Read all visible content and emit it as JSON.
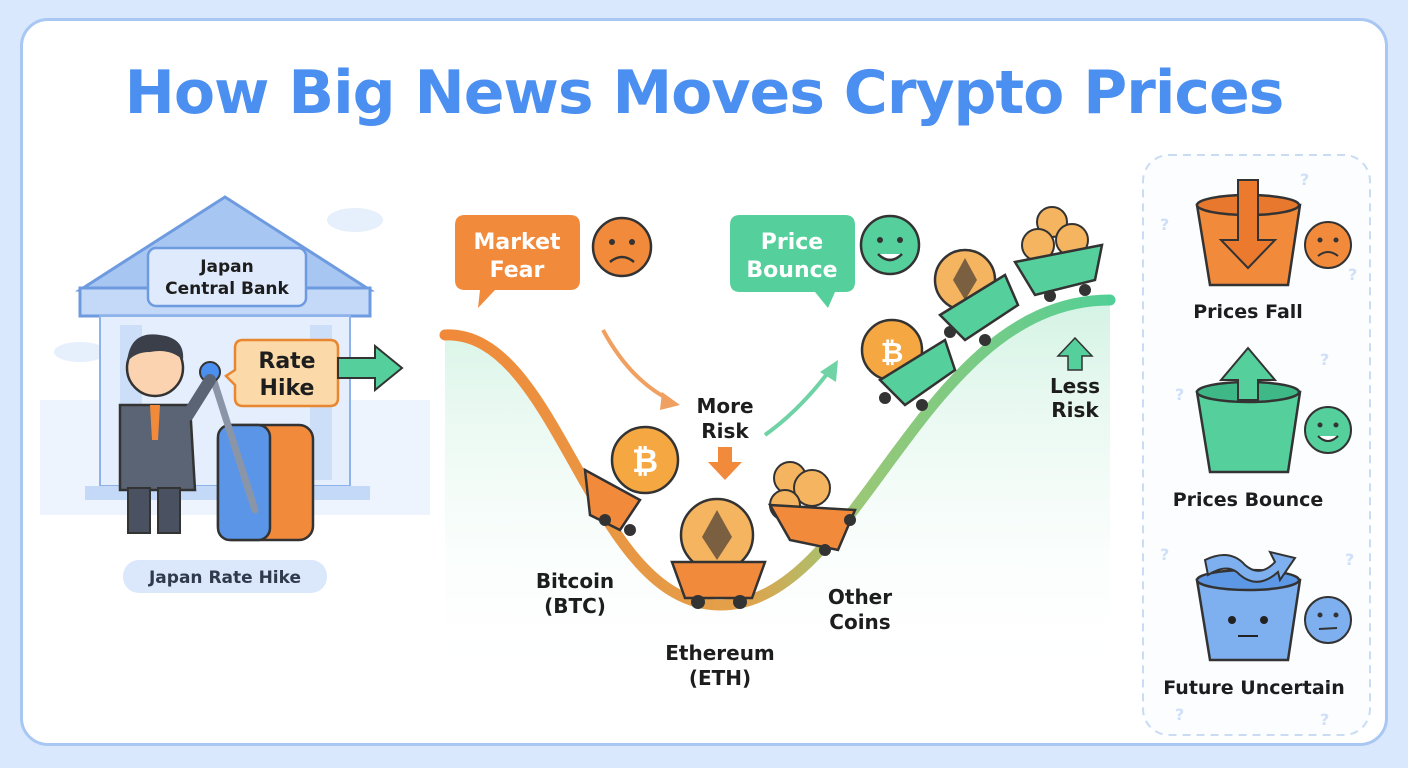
{
  "title": "How Big News Moves Crypto Prices",
  "bank": {
    "sign": [
      "Japan",
      "Central Bank"
    ],
    "rate_hike_bubble": [
      "Rate",
      "Hike"
    ],
    "caption": "Japan Rate Hike"
  },
  "curve": {
    "fear_bubble": [
      "Market",
      "Fear"
    ],
    "bounce_bubble": [
      "Price",
      "Bounce"
    ],
    "more_risk": [
      "More",
      "Risk"
    ],
    "less_risk": [
      "Less",
      "Risk"
    ],
    "bitcoin": [
      "Bitcoin",
      "(BTC)"
    ],
    "ethereum": [
      "Ethereum",
      "(ETH)"
    ],
    "other_coins": [
      "Other",
      "Coins"
    ]
  },
  "outcomes": [
    {
      "label": "Prices Fall",
      "color": "#f28a3c",
      "mood": "sad"
    },
    {
      "label": "Prices Bounce",
      "color": "#4fd19e",
      "mood": "happy"
    },
    {
      "label": "Future Uncertain",
      "color": "#7eb0ef",
      "mood": "neutral"
    }
  ],
  "colors": {
    "title": "#4b8ff0",
    "orange": "#f28a3c",
    "green": "#4fd19e",
    "blue": "#7eb0ef"
  }
}
